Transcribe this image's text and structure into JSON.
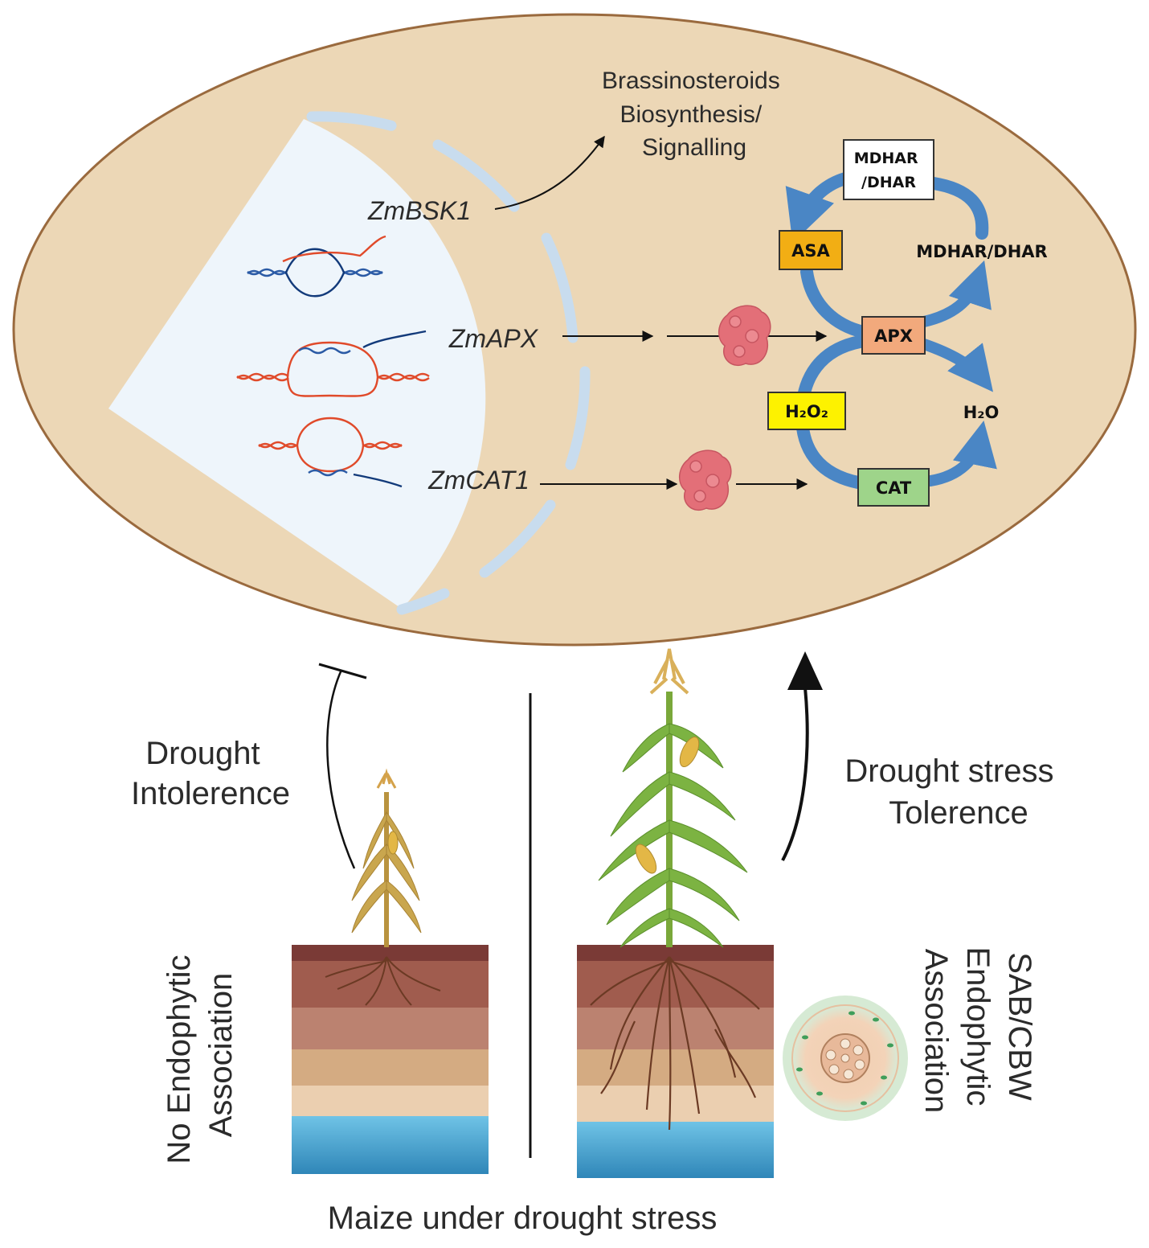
{
  "cell": {
    "brassinosteroids": [
      "Brassinosteroids",
      "Biosynthesis/",
      "Signalling"
    ],
    "genes": {
      "bsk1": "ZmBSK1",
      "apx": "ZmAPX",
      "cat1": "ZmCAT1"
    }
  },
  "cycle": {
    "mdhar_box": [
      "MDHAR",
      "/DHAR"
    ],
    "asa": "ASA",
    "mdhar_right": "MDHAR/DHAR",
    "apx": "APX",
    "h2o2": "H₂O₂",
    "h2o": "H₂O",
    "cat": "CAT"
  },
  "effects": {
    "left": [
      "Drought",
      "Intolerence"
    ],
    "right": [
      "Drought stress",
      "Tolerence"
    ]
  },
  "conditions": {
    "left": [
      "No Endophytic",
      "Association"
    ],
    "right": [
      "SAB/CBW",
      "Endophytic",
      "Association"
    ]
  },
  "caption": "Maize under drought stress",
  "colors": {
    "cell_fill": "#ecd7b6",
    "cell_border": "#9a6a3e",
    "nucleus_fill": "#eef5fb",
    "envelope": "#c8dcee",
    "cycle_arrow": "#4a86c5",
    "asa_box": "#f2ae14",
    "apx_box": "#f2a97c",
    "h2o2_box": "#fdf200",
    "cat_box": "#9ed48a",
    "protein": "#e36f78",
    "water": "#57b5db"
  }
}
